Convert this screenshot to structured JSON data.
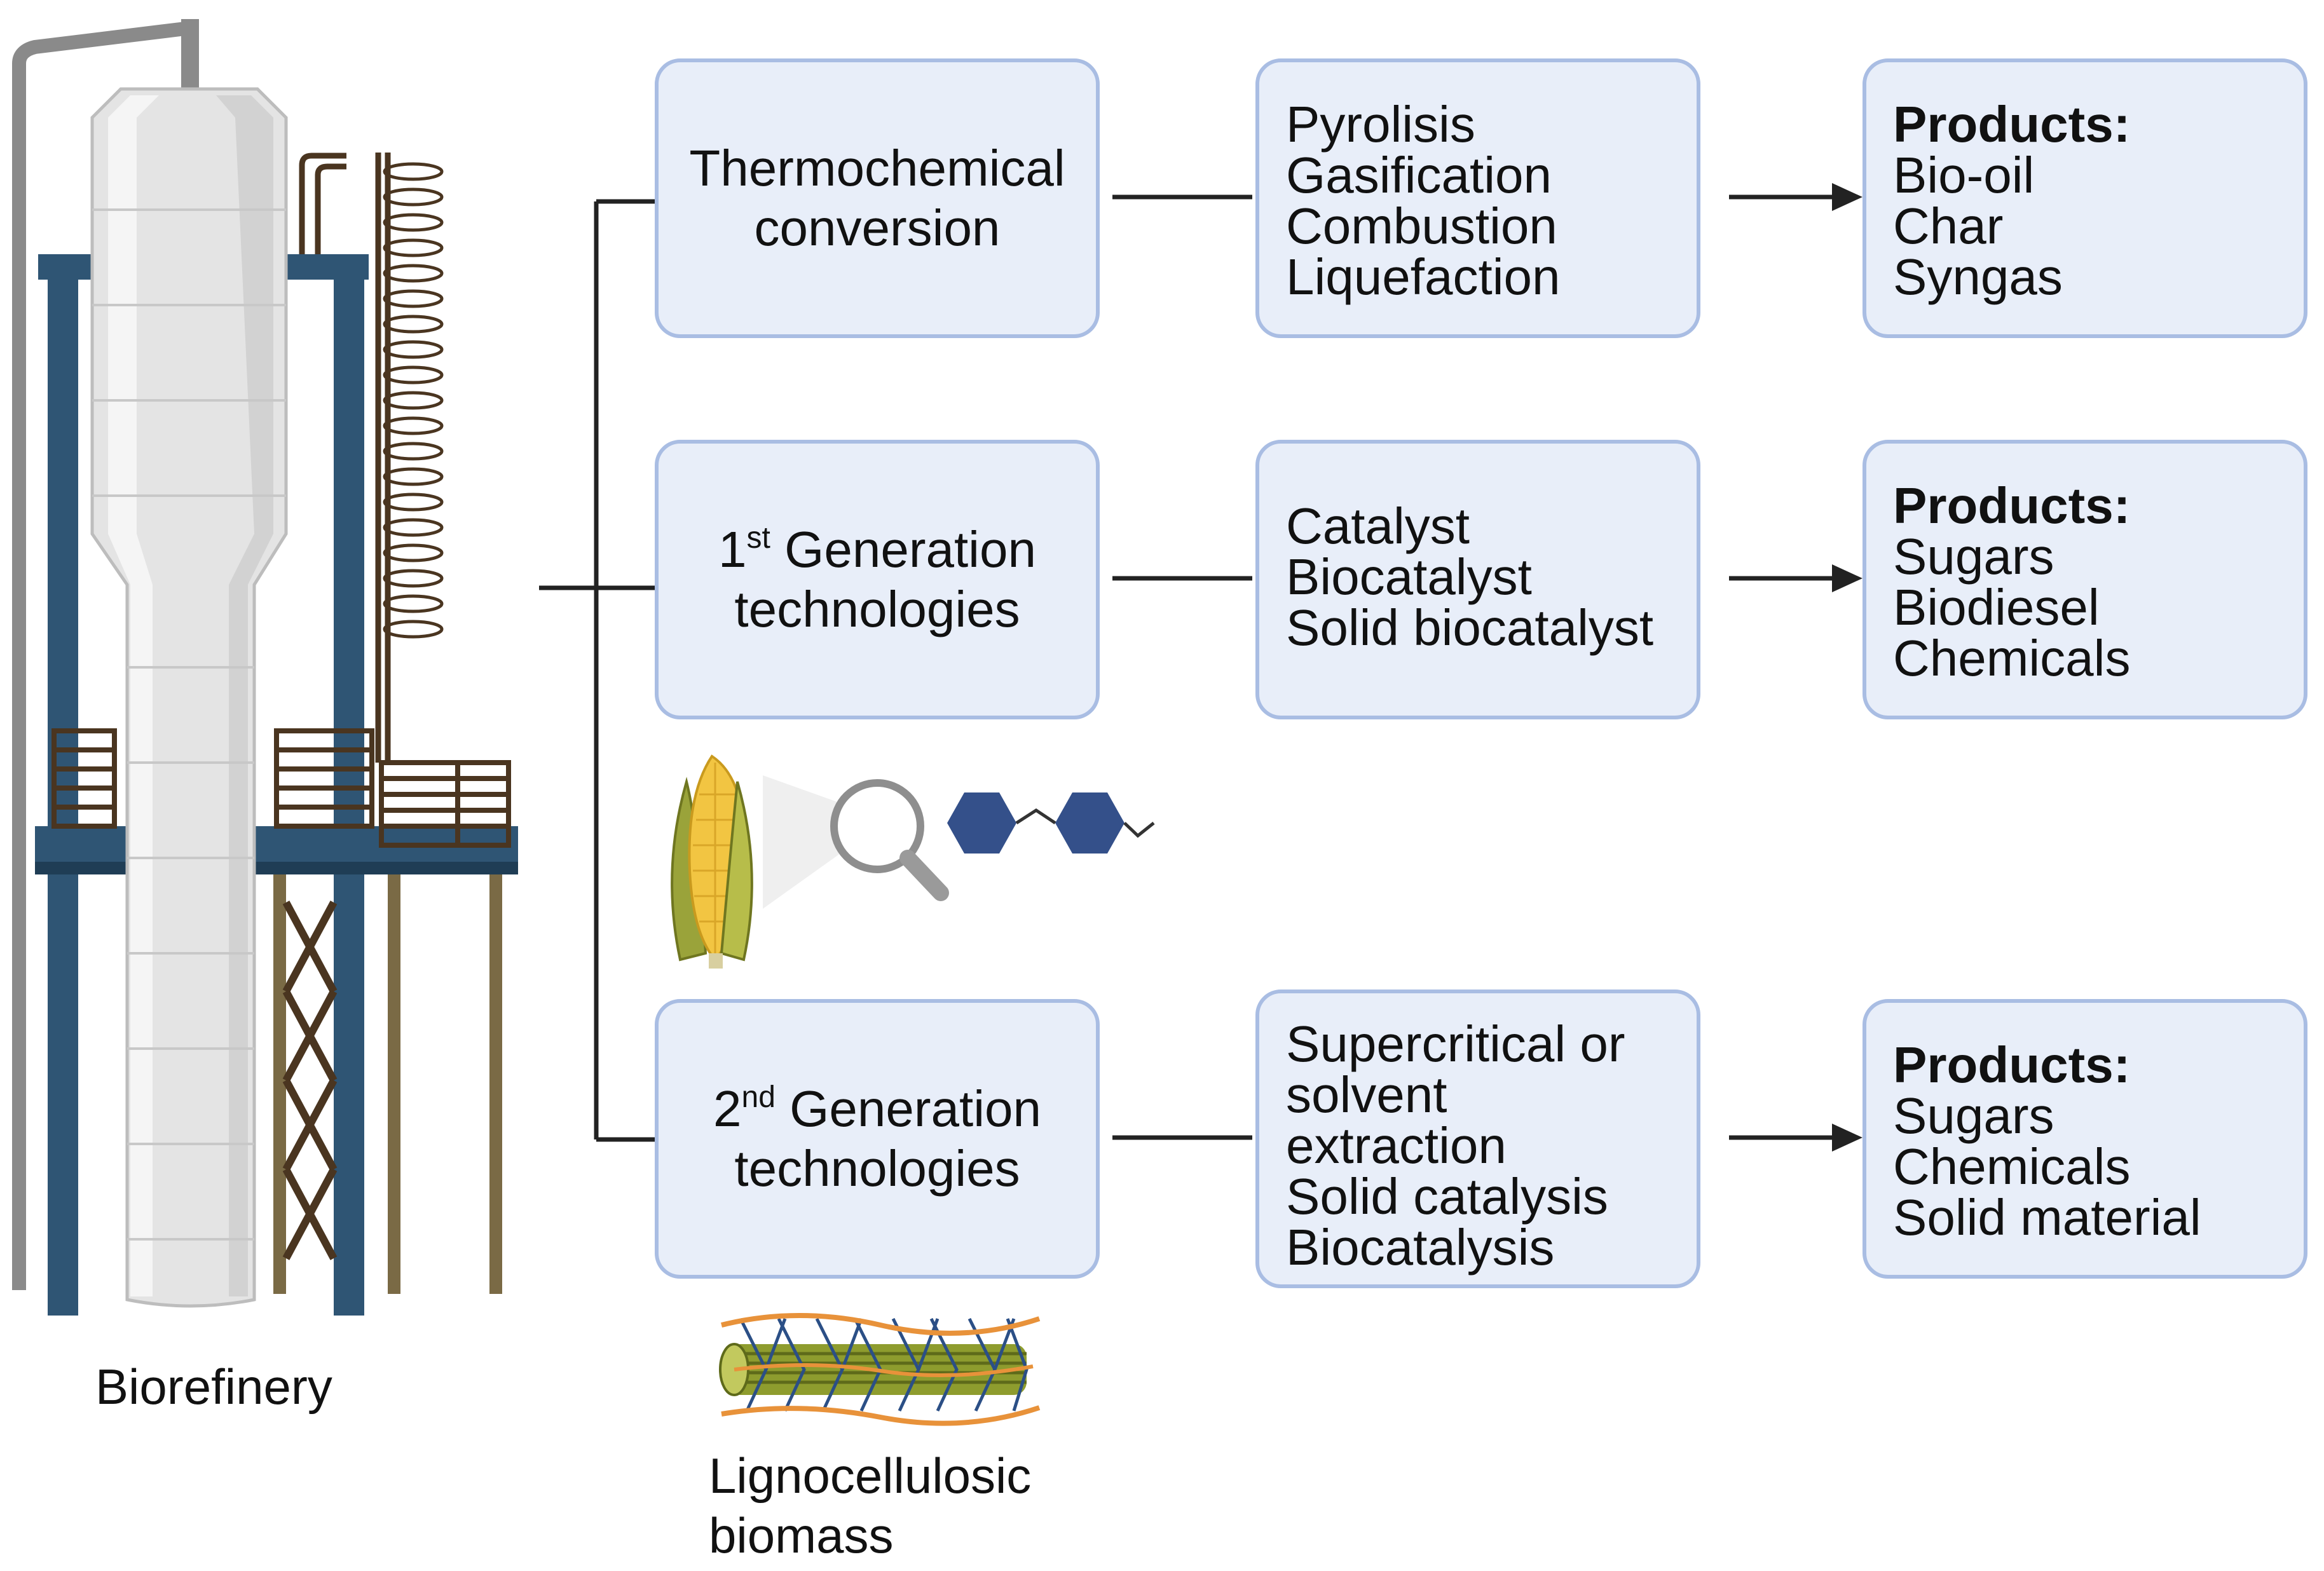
{
  "biorefinery_label": "Biorefinery",
  "lignocellulosic_label": {
    "line1": "Lignocellulosic",
    "line2": "biomass"
  },
  "rows": [
    {
      "tech": {
        "line1": "Thermochemical",
        "line2": "conversion"
      },
      "processes": [
        "Pyrolisis",
        "Gasification",
        "Combustion",
        "Liquefaction"
      ],
      "products_header": "Products:",
      "products": [
        "Bio-oil",
        "Char",
        "Syngas"
      ]
    },
    {
      "tech": {
        "num": "1",
        "sup": "st",
        "rest": " Generation",
        "line2": "technologies"
      },
      "processes": [
        "Catalyst",
        "Biocatalyst",
        "Solid biocatalyst"
      ],
      "products_header": "Products:",
      "products": [
        "Sugars",
        "Biodiesel",
        "Chemicals"
      ]
    },
    {
      "tech": {
        "num": "2",
        "sup": "nd",
        "rest": " Generation",
        "line2": "technologies"
      },
      "processes": [
        "Supercritical or",
        "solvent",
        "extraction",
        "Solid catalysis",
        "Biocatalysis"
      ],
      "products_header": "Products:",
      "products": [
        "Sugars",
        "Chemicals",
        "Solid material"
      ]
    }
  ],
  "colors": {
    "box_fill": "#e8eef9",
    "box_border": "#a9bde3",
    "steel_blue": "#2f5574",
    "tower_gray": "#e4e4e4",
    "ladder_brown": "#4a3520",
    "molecule_blue": "#34508a",
    "fiber_orange": "#e8923a",
    "fiber_green": "#7c8a2a"
  },
  "icons": [
    "biorefinery-tower-icon",
    "corn-icon",
    "magnifier-icon",
    "molecule-chain-icon",
    "lignocellulose-fiber-icon"
  ]
}
